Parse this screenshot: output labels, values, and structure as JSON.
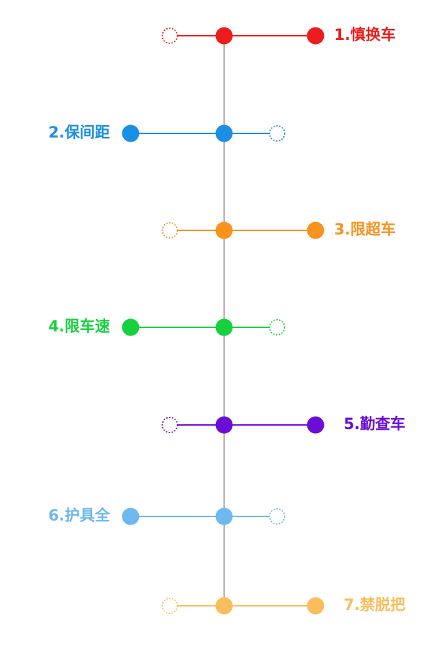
{
  "diagram": {
    "spine_color": "#b3b3b3",
    "steps": [
      {
        "label": "1.慎换车",
        "color": "#ee1c1c",
        "side": "right"
      },
      {
        "label": "2.保间距",
        "color": "#1b8ee6",
        "side": "left"
      },
      {
        "label": "3.限超车",
        "color": "#f7931e",
        "side": "right"
      },
      {
        "label": "4.限车速",
        "color": "#16d13e",
        "side": "left"
      },
      {
        "label": "5.勤查车",
        "color": "#6a0dd6",
        "side": "right"
      },
      {
        "label": "6.护具全",
        "color": "#6cb8ef",
        "side": "left"
      },
      {
        "label": "7.禁脱把",
        "color": "#f9bd5b",
        "side": "right"
      }
    ]
  }
}
